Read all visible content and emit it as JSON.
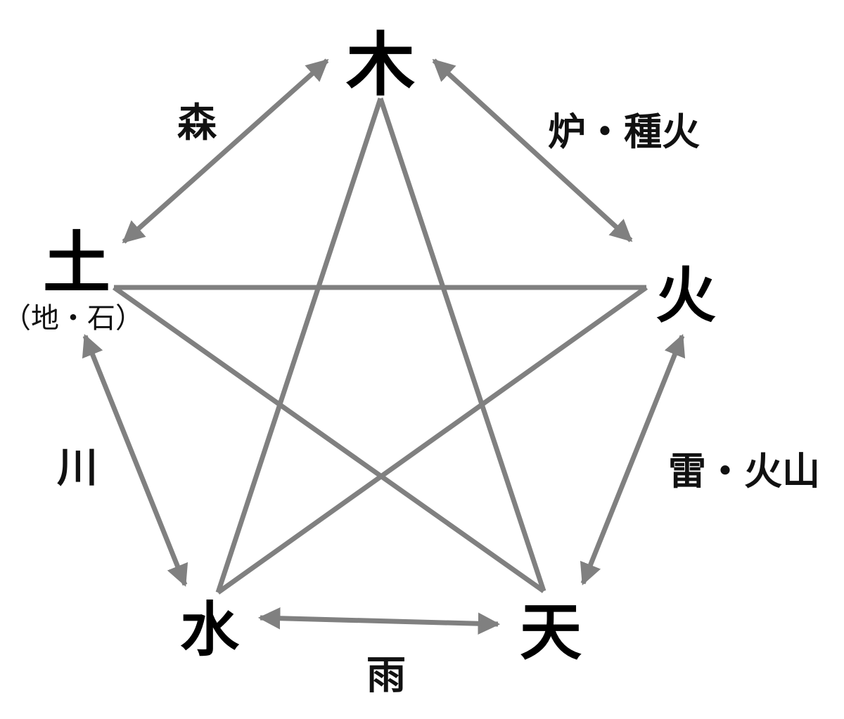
{
  "diagram": {
    "nodes": {
      "wood": {
        "label": "木"
      },
      "fire": {
        "label": "火"
      },
      "heaven": {
        "label": "天"
      },
      "water": {
        "label": "水"
      },
      "earth": {
        "label": "土",
        "sublabel": "（地・石）"
      }
    },
    "edges": {
      "wood_fire": {
        "label": "炉・種火"
      },
      "fire_heaven": {
        "label": "雷・火山"
      },
      "heaven_water": {
        "label": "雨"
      },
      "water_earth": {
        "label": "川"
      },
      "earth_wood": {
        "label": "森"
      }
    },
    "colors": {
      "line": "#808080",
      "text": "#000000"
    }
  }
}
